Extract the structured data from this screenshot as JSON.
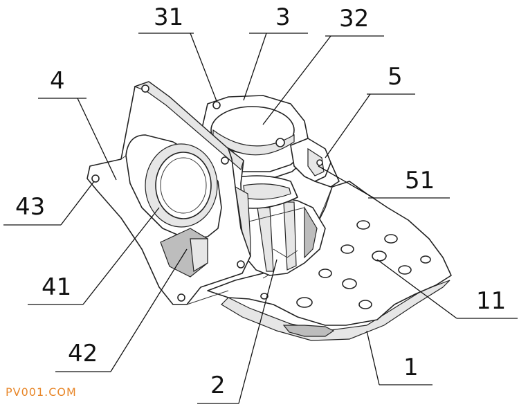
{
  "labels": {
    "l31": "31",
    "l3": "3",
    "l32": "32",
    "l4": "4",
    "l5": "5",
    "l51": "51",
    "l43": "43",
    "l41": "41",
    "l11": "11",
    "l42": "42",
    "l1": "1",
    "l2": "2"
  },
  "watermark": "PV001.COM"
}
